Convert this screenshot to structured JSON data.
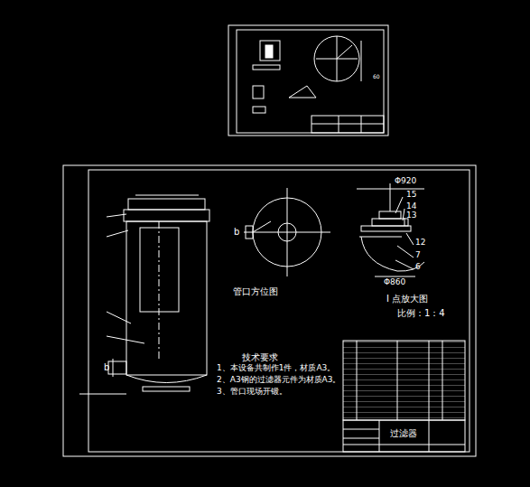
{
  "diagram": {
    "labels": [
      "Φ920",
      "15",
      "14",
      "13",
      "12",
      "7",
      "6",
      "Φ860",
      "I 点放大图",
      "比例：1：4",
      "管口方位图",
      "b",
      "技术要求",
      "1、本设备共制作1件，材质A3。",
      "2、A3钢的过滤器元件为材质A3。",
      "3、管口现场开锻。",
      "过滤器",
      "b",
      "60"
    ]
  }
}
